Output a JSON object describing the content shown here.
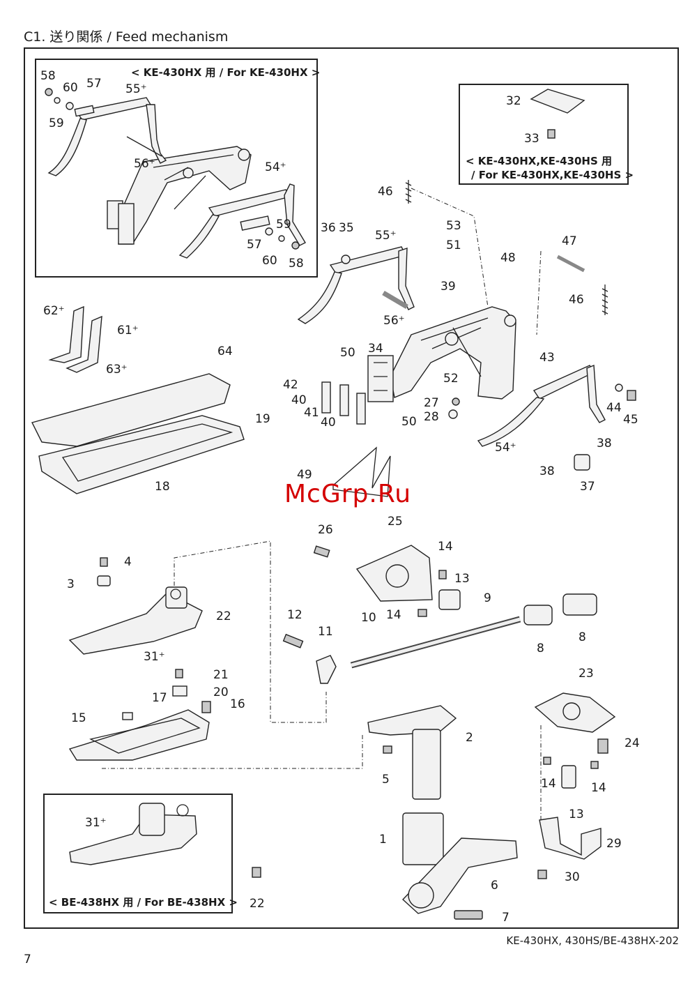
{
  "header": {
    "title": "C1. 送り関係  / Feed mechanism"
  },
  "insets": {
    "ke430hx": "< KE-430HX 用 / For KE-430HX >",
    "ke430hx_hs_line1": "< KE-430HX,KE-430HS 用",
    "ke430hx_hs_line2": "/ For KE-430HX,KE-430HS >",
    "be438hx": "< BE-438HX 用  / For BE-438HX >"
  },
  "watermark": "McGrp.Ru",
  "footer": {
    "code": "KE-430HX, 430HS/BE-438HX-202",
    "page_number": "7"
  },
  "part_labels": {
    "p58a": "58",
    "p57a": "57",
    "p60a": "60",
    "p55a": "55⁺",
    "p59a": "59",
    "p56a": "56⁺",
    "p54a": "54⁺",
    "p59b": "59",
    "p57b": "57",
    "p60b": "60",
    "p58b": "58",
    "p32": "32",
    "p33": "33",
    "p46a": "46",
    "p36": "36",
    "p35": "35",
    "p55b": "55⁺",
    "p53": "53",
    "p51": "51",
    "p47": "47",
    "p48": "48",
    "p39": "39",
    "p46b": "46",
    "p56b": "56⁺",
    "p62": "62⁺",
    "p61": "61⁺",
    "p64": "64",
    "p63": "63⁺",
    "p19": "19",
    "p18": "18",
    "p50a": "50",
    "p34": "34",
    "p52": "52",
    "p42": "42",
    "p40a": "40",
    "p41": "41",
    "p40b": "40",
    "p27": "27",
    "p28": "28",
    "p50b": "50",
    "p43": "43",
    "p44": "44",
    "p45": "45",
    "p54b": "54⁺",
    "p38a": "38",
    "p38b": "38",
    "p37": "37",
    "p49": "49",
    "p26": "26",
    "p25": "25",
    "p14a": "14",
    "p13a": "13",
    "p9": "9",
    "p14b": "14",
    "p4": "4",
    "p3": "3",
    "p22a": "22",
    "p31a": "31⁺",
    "p12": "12",
    "p11": "11",
    "p10": "10",
    "p8a": "8",
    "p8b": "8",
    "p21": "21",
    "p20": "20",
    "p17": "17",
    "p16": "16",
    "p15": "15",
    "p23": "23",
    "p2": "2",
    "p24": "24",
    "p5": "5",
    "p14c": "14",
    "p14d": "14",
    "p13b": "13",
    "p1": "1",
    "p29": "29",
    "p31b": "31⁺",
    "p30": "30",
    "p6": "6",
    "p22b": "22",
    "p7": "7"
  }
}
